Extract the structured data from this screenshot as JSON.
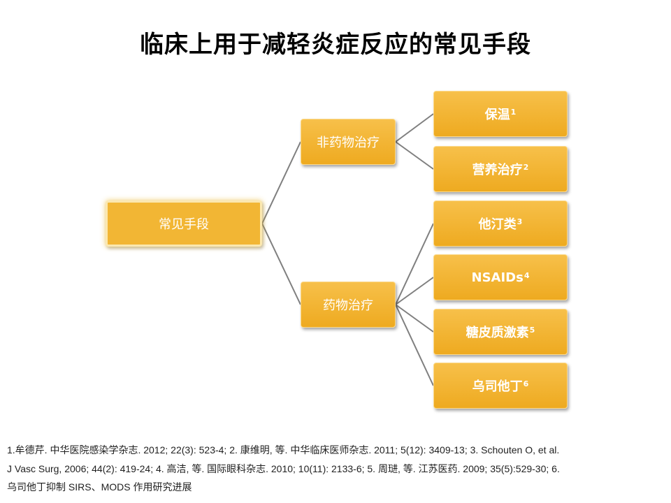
{
  "title": "临床上用于减轻炎症反应的常见手段",
  "diagram": {
    "root": "常见手段",
    "branches": [
      {
        "label": "非药物治疗",
        "children": [
          {
            "label": "保温",
            "ref": "1"
          },
          {
            "label": "营养治疗",
            "ref": "2"
          }
        ]
      },
      {
        "label": "药物治疗",
        "children": [
          {
            "label": "他汀类",
            "ref": "3"
          },
          {
            "label": "NSAIDs",
            "ref": "4"
          },
          {
            "label": "糖皮质激素",
            "ref": "5"
          },
          {
            "label": "乌司他丁",
            "ref": "6"
          }
        ]
      }
    ]
  },
  "colors": {
    "node_fill": "#f2b634",
    "node_border": "#fcd98a",
    "edge": "#7f7f7f",
    "node_text": "#ffffff"
  },
  "references": {
    "line1": "1.牟德芹. 中华医院感染学杂志. 2012; 22(3): 523-4; 2. 康维明, 等.  中华临床医师杂志. 2011; 5(12): 3409-13; 3. Schouten O, et al.",
    "line2": "J Vasc Surg, 2006; 44(2): 419-24; 4. 高洁, 等. 国际眼科杂志. 2010; 10(11): 2133-6; 5. 周琎, 等. 江苏医药. 2009; 35(5):529-30; 6.",
    "line3": "乌司他丁抑制  SIRS、MODS 作用研究进展"
  }
}
